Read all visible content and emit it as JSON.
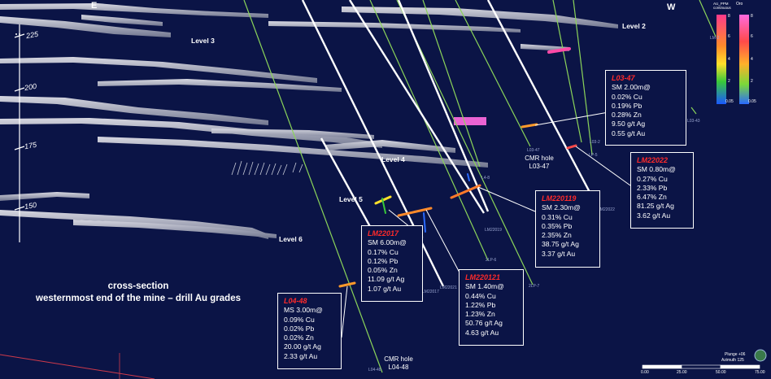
{
  "directions": {
    "east": "E",
    "west": "W"
  },
  "elevations": [
    "225",
    "200",
    "175",
    "150"
  ],
  "levels": {
    "level2": "Level 2",
    "level3": "Level 3",
    "level4": "Level 4",
    "level5": "Level 5",
    "level6": "Level 6"
  },
  "title": {
    "line1": "cross-section",
    "line2": "westernmost end of the mine – drill Au grades"
  },
  "cmr_holes": {
    "l03_47": {
      "line1": "CMR hole",
      "line2": "L03-47"
    },
    "l04_48": {
      "line1": "CMR hole",
      "line2": "L04-48"
    }
  },
  "legend": {
    "left_title": "AU_PPM continuous",
    "right_title": "Oro",
    "left_ticks": [
      "8",
      "6",
      "4",
      "2",
      "0.05"
    ],
    "right_ticks": [
      "8",
      "6",
      "4",
      "2",
      "0.05"
    ]
  },
  "scale": {
    "ticks": [
      "0.00",
      "25.00",
      "50.00",
      "75.00"
    ]
  },
  "orientation": {
    "plunge": "Plunge +06",
    "azimuth": "Azimuth 125"
  },
  "hole_tags": {
    "l03_47": "L03-47",
    "l03_2": "L03-2",
    "lp_5": "LP-5",
    "l03_43": "L03-43",
    "lm2_2": "LM-2",
    "lm22022": "LM22022",
    "lm22019": "LM22019",
    "lp_6": "2LP-6",
    "lp_7": "2LP-7",
    "lm22021": "LM22021",
    "lm22017": "LM22017",
    "l04_48": "L04-48",
    "l4_8": "L4-8"
  },
  "annotations": [
    {
      "hole": "L03-47",
      "rows": [
        "SM 2.00m@",
        "0.02% Cu",
        "0.19% Pb",
        "0.28% Zn",
        "9.50 g/t Ag",
        "0.55 g/t Au"
      ]
    },
    {
      "hole": "LM22022",
      "rows": [
        "SM 0.80m@",
        "0.27% Cu",
        "2.33% Pb",
        "6.47% Zn",
        "81.25 g/t Ag",
        "3.62 g/t Au"
      ]
    },
    {
      "hole": "LM220119",
      "rows": [
        "SM 2.30m@",
        "0.31% Cu",
        "0.35% Pb",
        "2.35% Zn",
        "38.75 g/t Ag",
        "3.37 g/t Au"
      ]
    },
    {
      "hole": "LM22017",
      "rows": [
        "SM 6.00m@",
        "0.17% Cu",
        "0.12% Pb",
        "0.05% Zn",
        "11.09 g/t Ag",
        "1.07 g/t Au"
      ]
    },
    {
      "hole": "LM220121",
      "rows": [
        "SM 1.40m@",
        "0.44% Cu",
        "1.22% Pb",
        "1.23% Zn",
        "50.76 g/t Ag",
        "4.63 g/t Au"
      ]
    },
    {
      "hole": "L04-48",
      "rows": [
        "MS 3.00m@",
        "0.09% Cu",
        "0.02% Pb",
        "0.02% Zn",
        "20.00 g/t Ag",
        "2.33 g/t Au"
      ]
    }
  ],
  "colors": {
    "background": "#0b1446",
    "hole_label": "#ff2a2a",
    "drill_green": "#8bd45a",
    "drill_white": "#ffffff"
  }
}
